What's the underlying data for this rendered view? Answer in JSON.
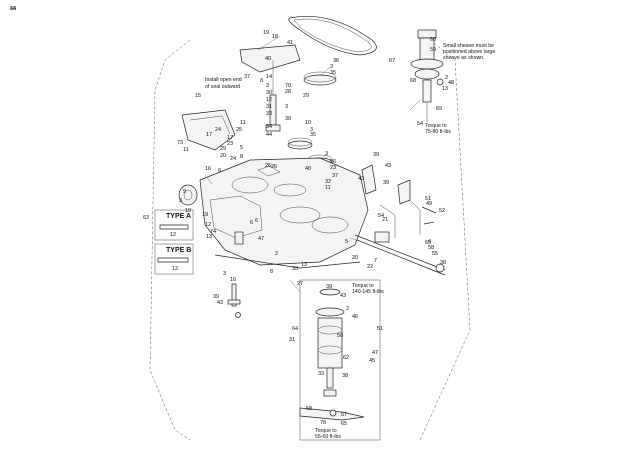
{
  "notes": {
    "seal_install": [
      "Install open end",
      "of seal outward"
    ],
    "sheave_position": [
      "Small sheave must be",
      "positioned above large",
      "sheave as shown."
    ],
    "torque_top": [
      "Torque to",
      "75-80 ft-lbs"
    ],
    "torque_spindle": [
      "Torque to",
      "140-145 ft-lbs"
    ],
    "torque_blade": [
      "Torque to",
      "55-60 ft-lbs"
    ]
  },
  "type_boxes": {
    "type_a": {
      "title": "TYPE A",
      "ref": "12"
    },
    "type_b": {
      "title": "TYPE B",
      "ref": "12"
    }
  },
  "callouts": [
    "19",
    "18",
    "41",
    "15",
    "40",
    "8",
    "37",
    "36",
    "3",
    "35",
    "67",
    "60",
    "59",
    "68",
    "2",
    "48",
    "13",
    "14",
    "3",
    "70",
    "28",
    "30",
    "12",
    "31",
    "3",
    "33",
    "30",
    "34",
    "44",
    "11",
    "25",
    "17",
    "24",
    "17",
    "23",
    "5",
    "29",
    "10",
    "3",
    "35",
    "29",
    "8",
    "20",
    "24",
    "26",
    "6",
    "3",
    "36",
    "23",
    "40",
    "37",
    "32",
    "11",
    "39",
    "43",
    "43",
    "39",
    "73",
    "11",
    "16",
    "9",
    "3",
    "10",
    "6",
    "19",
    "51",
    "54",
    "49",
    "52",
    "12",
    "74",
    "13",
    "6",
    "47",
    "2",
    "5",
    "20",
    "8",
    "65",
    "13",
    "33",
    "27",
    "7",
    "22",
    "38",
    "3",
    "16",
    "39",
    "43",
    "39",
    "43",
    "2",
    "46",
    "50",
    "31",
    "64",
    "62",
    "47",
    "45",
    "51",
    "38",
    "33",
    "58",
    "57",
    "65",
    "78",
    "63",
    "21",
    "69",
    "54",
    "4",
    "58",
    "66",
    "14"
  ],
  "leaders": [
    "26",
    "55"
  ]
}
